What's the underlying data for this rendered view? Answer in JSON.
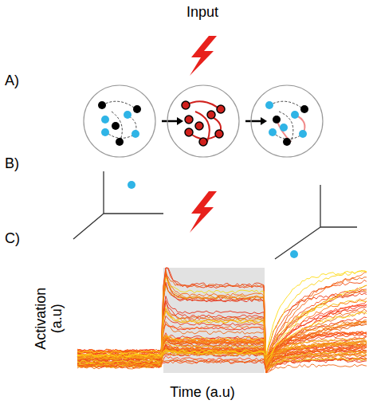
{
  "diagram": {
    "labels": [
      "Input",
      "A)",
      "B)",
      "C)",
      "Activation (a.u)",
      "Time (a.u)"
    ]
  }
}
